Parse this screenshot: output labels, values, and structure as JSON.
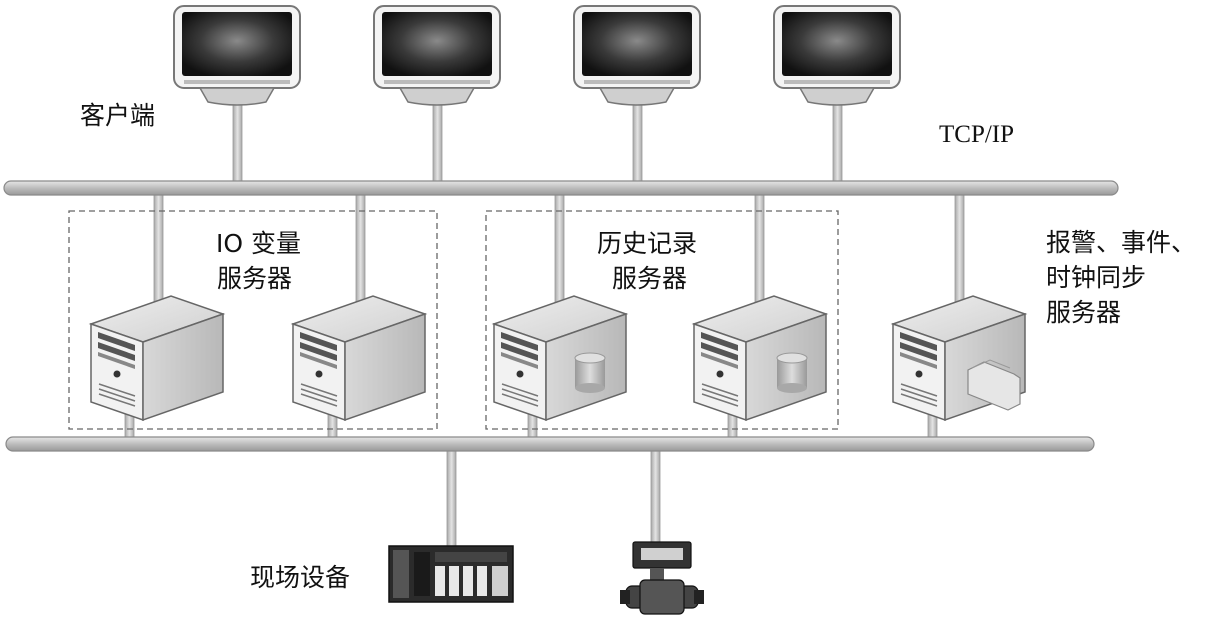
{
  "labels": {
    "clients": "客户端",
    "protocol": "TCP/IP",
    "io_server_line1": "IO 变量",
    "io_server_line2": "服务器",
    "history_server_line1": "历史记录",
    "history_server_line2": "服务器",
    "alarm_server_line1": "报警、事件、",
    "alarm_server_line2": "时钟同步",
    "alarm_server_line3": "服务器",
    "field_devices": "现场设备"
  },
  "icons": {
    "client": "monitor-icon",
    "server": "tower-server-icon",
    "database": "database-cylinder-icon",
    "folder": "folder-icon",
    "plc": "plc-rack-icon",
    "valve": "flow-meter-icon"
  },
  "colors": {
    "bus": "#c9c9c9",
    "bus_edge": "#8a8a8a",
    "screen_dark": "#2a2a2a",
    "server_face": "#f0f0f0",
    "dashed_group": "#666666"
  }
}
